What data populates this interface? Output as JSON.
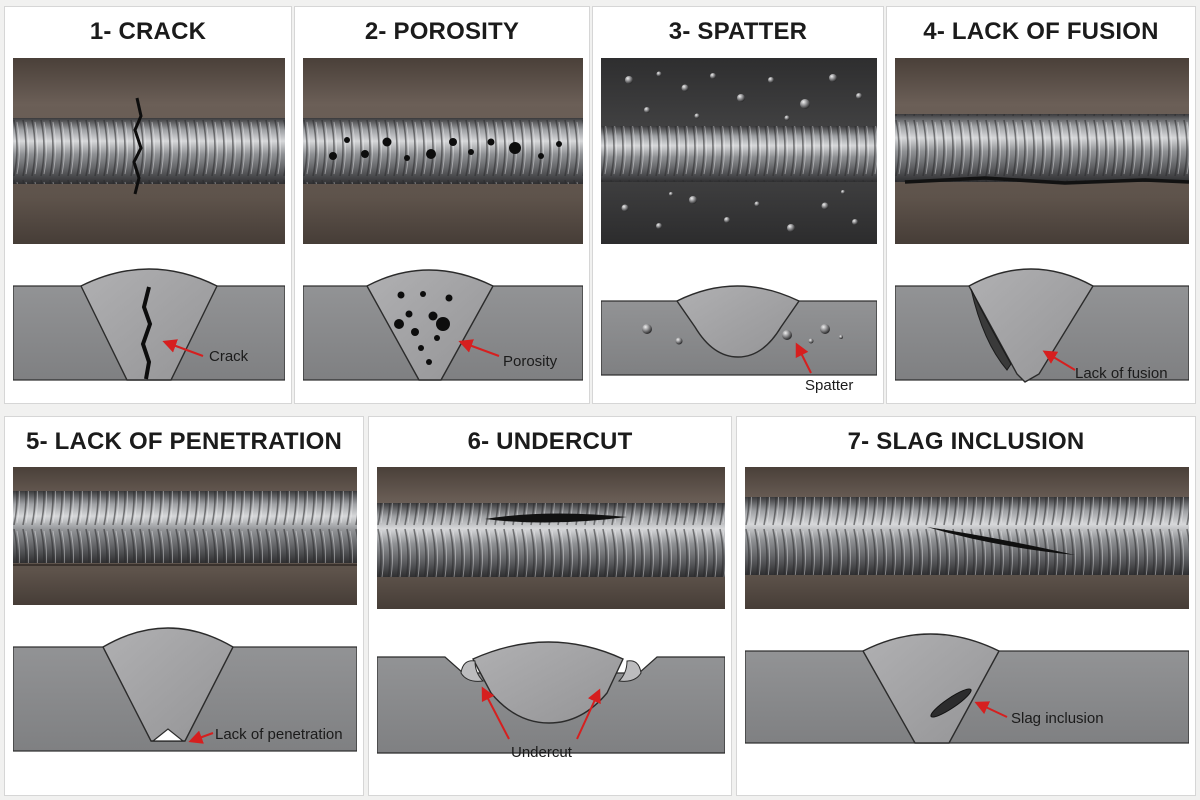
{
  "colors": {
    "background": "#f1f1f0",
    "panel": "#ffffff",
    "steel": "#8a8b8d",
    "weld_metal": "#a3a3a5",
    "defect": "#141414",
    "arrow": "#d61f1f",
    "photo_base": "#574d47"
  },
  "defects": [
    {
      "title": "1- CRACK",
      "label": "Crack",
      "icon": "crack-icon"
    },
    {
      "title": "2- POROSITY",
      "label": "Porosity",
      "icon": "porosity-icon"
    },
    {
      "title": "3- SPATTER",
      "label": "Spatter",
      "icon": "spatter-icon"
    },
    {
      "title": "4- LACK OF FUSION",
      "label": "Lack of fusion",
      "icon": "lack-of-fusion-icon"
    },
    {
      "title": "5- LACK OF PENETRATION",
      "label": "Lack of penetration",
      "icon": "lack-of-penetration-icon"
    },
    {
      "title": "6- UNDERCUT",
      "label": "Undercut",
      "icon": "undercut-icon"
    },
    {
      "title": "7- SLAG INCLUSION",
      "label": "Slag inclusion",
      "icon": "slag-inclusion-icon"
    }
  ]
}
